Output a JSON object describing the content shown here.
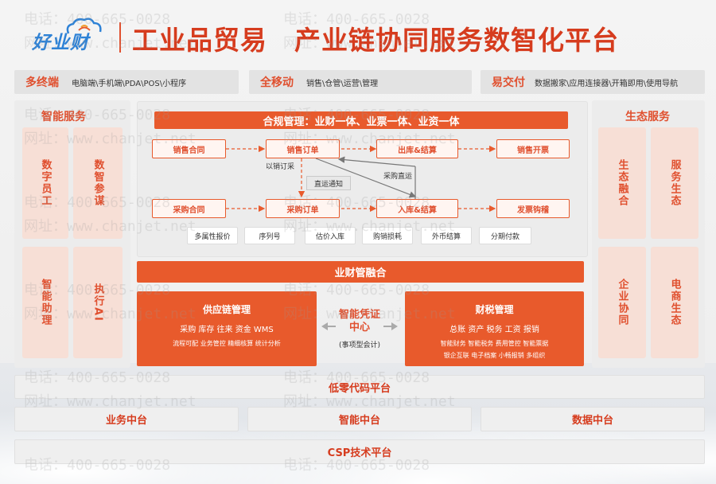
{
  "header": {
    "logo": "好业财",
    "title": "工业品贸易　产业链协同服务数智化平台"
  },
  "top_row": [
    {
      "title": "多终端",
      "desc": "电脑端\\手机端\\PDA\\POS\\小程序"
    },
    {
      "title": "全移动",
      "desc": "销售\\仓管\\运营\\管理"
    },
    {
      "title": "易交付",
      "desc": "数据搬家\\应用连接器\\开箱即用\\使用导航"
    }
  ],
  "left_panel": {
    "title": "智能服务",
    "boxes": [
      "数字员工",
      "数智参谋",
      "智能助理",
      "执行AI"
    ]
  },
  "right_panel": {
    "title": "生态服务",
    "boxes": [
      "生态融合",
      "服务生态",
      "企业协同",
      "电商生态"
    ]
  },
  "center": {
    "compliance_bar": "合规管理：业财一体、业票一体、业资一体",
    "sales_row": [
      "销售合同",
      "销售订单",
      "出库&结算",
      "销售开票"
    ],
    "purchase_row": [
      "采购合同",
      "采购订单",
      "入库&结算",
      "发票钩稽"
    ],
    "label_sales_to_purchase": "以销订采",
    "label_direct_notice": "直运通知",
    "label_direct_purchase": "采购直运",
    "tags": [
      "多属性报价",
      "序列号",
      "估价入库",
      "购销损耗",
      "外币结算",
      "分期付款"
    ],
    "fusion_bar": "业财管融合"
  },
  "supply_chain": {
    "title": "供应链管理",
    "line1": "采购  库存  往来  资金  WMS",
    "line2": "流程可配  业务管控  精细核算  统计分析"
  },
  "voucher": {
    "title": "智能凭证中心",
    "sub": "(事项型会计)"
  },
  "finance": {
    "title": "财税管理",
    "line1": "总账  资产  税务  工资  报销",
    "line2": "智能财务  智能税务  费用管控  智能票据",
    "line3": "银企互联  电子档案  小畅报销  多组织"
  },
  "platforms": {
    "low_code": "低零代码平台",
    "business": "业务中台",
    "intelligent": "智能中台",
    "data": "数据中台",
    "csp": "CSP技术平台"
  },
  "watermark": {
    "phone": "电话：400-665-0028",
    "site": "网址：www.chanjet.net"
  },
  "colors": {
    "accent": "#e85a2c",
    "title_red": "#d63c1e",
    "logo_blue": "#2e82d6",
    "pale": "#f7dfd6"
  }
}
